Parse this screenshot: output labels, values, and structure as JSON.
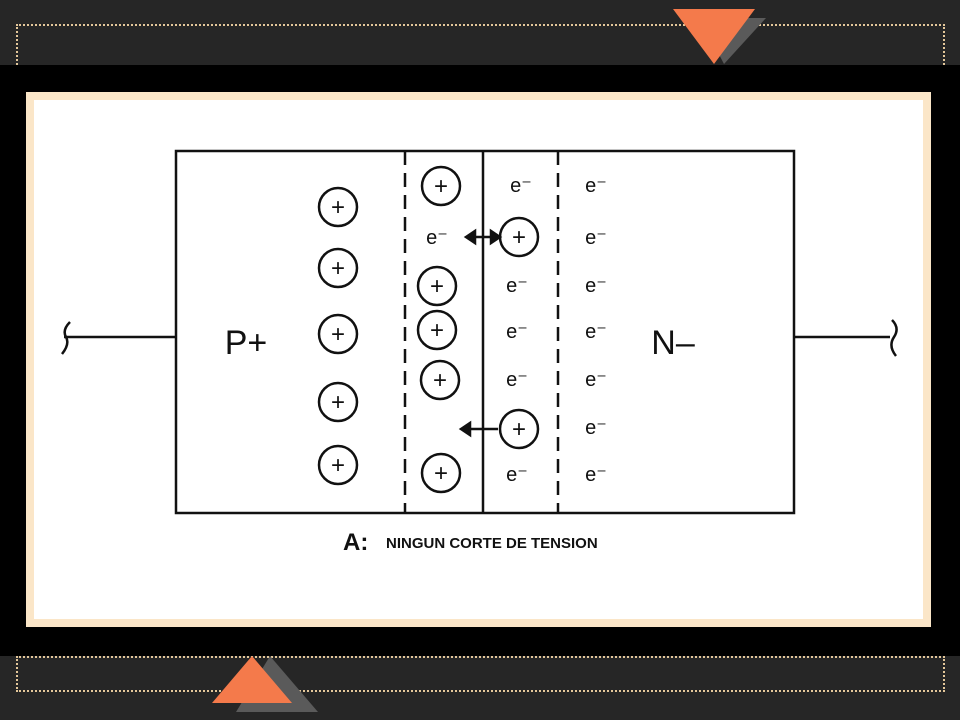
{
  "diagram": {
    "p_label": "P+",
    "n_label": "N–",
    "hole_symbol": "+",
    "electron_symbol": "e⁻",
    "caption_letter": "A:",
    "caption_text": "NINGUN CORTE DE TENSION"
  },
  "colors": {
    "background": "#262626",
    "band": "#000000",
    "accent": "#f47a4b",
    "accent_shadow": "#5a5a5a",
    "dotted_border": "#e3c79a",
    "image_border": "#fbe6c8",
    "ink": "#111111"
  }
}
